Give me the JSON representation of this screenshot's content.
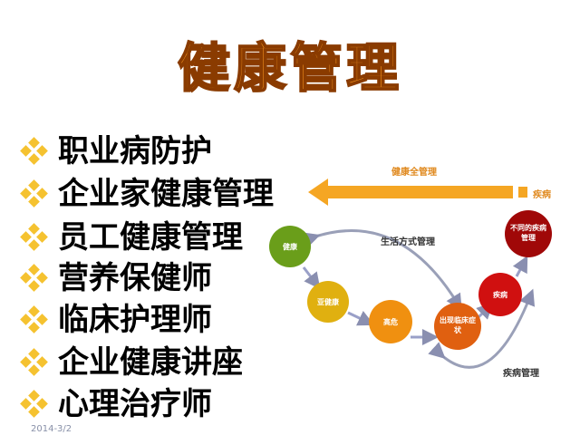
{
  "title": "健康管理",
  "items": [
    "职业病防护",
    "企业家健康管理",
    "员工健康管理",
    "营养保健师",
    "临床护理师",
    "企业健康讲座",
    "心理治疗师"
  ],
  "date": "2014-3/2",
  "diagram": {
    "top_arrow_label": "健康全管理",
    "disease_label": "疾病",
    "lifestyle_label": "生活方式管理",
    "disease_mgmt_label": "疾病管理",
    "nodes": [
      {
        "label": "健康",
        "color": "#6a9e1a"
      },
      {
        "label": "亚健康",
        "color": "#e0b010"
      },
      {
        "label": "高危",
        "color": "#f09010"
      },
      {
        "label": "出现临床症状",
        "color": "#e06010"
      },
      {
        "label": "疾病",
        "color": "#d01010"
      },
      {
        "label": "不同的疾病管理",
        "color": "#a00808"
      }
    ]
  }
}
